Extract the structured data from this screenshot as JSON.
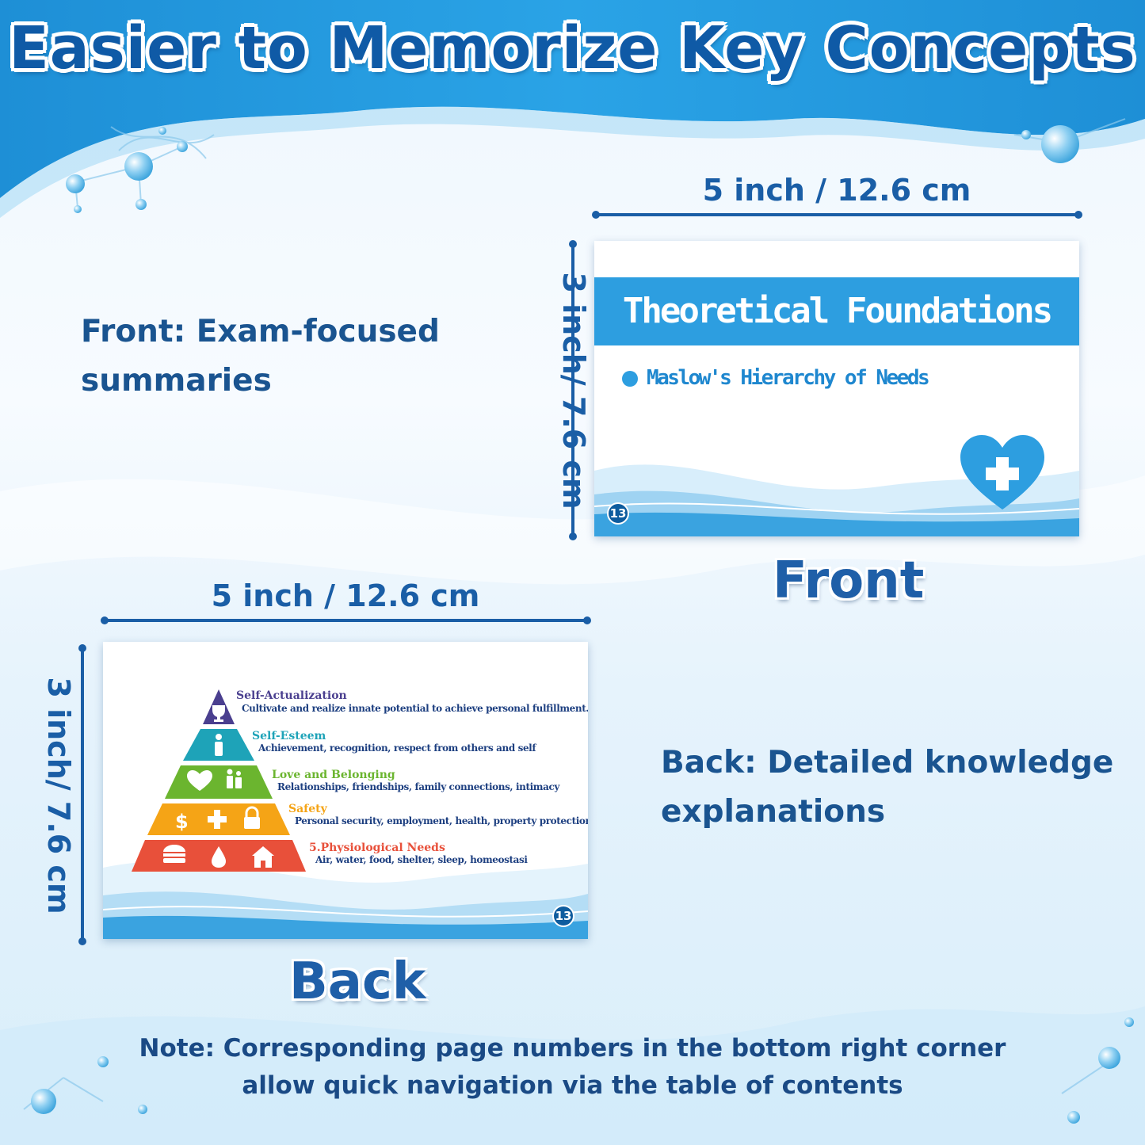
{
  "title": "Easier to Memorize Key Concepts",
  "front_section": {
    "width_label": "5 inch / 12.6 cm",
    "height_label": "3 inch/ 7.6 cm",
    "description_line1": "Front: Exam-focused",
    "description_line2": "summaries",
    "side_label": "Front",
    "card": {
      "header": "Theoretical Foundations",
      "bullet_item": "Maslow's Hierarchy of Needs",
      "page_number": "13",
      "icon": "heart-plus-icon"
    }
  },
  "back_section": {
    "width_label": "5 inch / 12.6 cm",
    "height_label": "3 inch/ 7.6 cm",
    "description_line1": "Back: Detailed knowledge",
    "description_line2": "explanations",
    "side_label": "Back",
    "card": {
      "page_number": "13",
      "levels": [
        {
          "title": "Self-Actualization",
          "desc": "Cultivate and realize innate potential to achieve personal fulfillment.",
          "color": "#4a3f8f",
          "icons": [
            "trophy-icon"
          ]
        },
        {
          "title": "Self-Esteem",
          "desc": "Achievement, recognition, respect from others and self",
          "color": "#1ea3b8",
          "icons": [
            "person-icon"
          ]
        },
        {
          "title": "Love and Belonging",
          "desc": "Relationships, friendships, family connections, intimacy",
          "color": "#6bb52f",
          "icons": [
            "heart-icon",
            "family-icon"
          ]
        },
        {
          "title": "Safety",
          "desc": "Personal security, employment, health, property protection",
          "color": "#f5a416",
          "icons": [
            "dollar-icon",
            "cross-icon",
            "lock-icon"
          ]
        },
        {
          "title": "5.Physiological Needs",
          "desc": "Air, water, food, shelter, sleep, homeostasi",
          "color": "#e8503a",
          "icons": [
            "burger-icon",
            "water-drop-icon",
            "house-icon"
          ]
        }
      ]
    }
  },
  "note_line1": "Note: Corresponding page numbers in the bottom right corner",
  "note_line2": "allow quick navigation via the table of contents",
  "colors": {
    "primary_blue": "#2d9ee0",
    "title_blue": "#0f5aa6",
    "text_navy": "#1a5490"
  }
}
